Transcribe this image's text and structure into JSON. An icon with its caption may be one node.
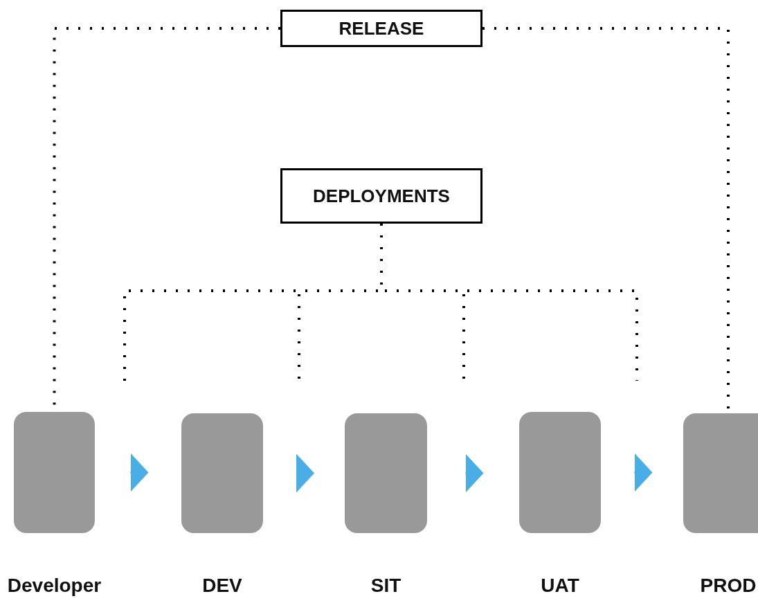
{
  "diagram": {
    "nodes": [
      {
        "text": [
          "RELEASE"
        ]
      },
      {
        "text": [
          "DEPLOYMENTS"
        ]
      },
      {
        "text": [
          "Developer"
        ]
      },
      {
        "text": [
          "DEV"
        ]
      },
      {
        "text": [
          "SIT"
        ]
      },
      {
        "text": [
          "UAT"
        ]
      },
      {
        "text": [
          "PROD"
        ]
      }
    ],
    "edges": [
      {
        "from": 0,
        "to": 2,
        "arrow": "none",
        "style": "dashed"
      },
      {
        "from": 0,
        "to": 6,
        "arrow": "none",
        "style": "dashed"
      },
      {
        "from": 1,
        "to": null,
        "arrow": "none",
        "style": "dashed"
      },
      {
        "from": 1,
        "to": null,
        "arrow": "none",
        "style": "dashed"
      },
      {
        "from": 1,
        "to": null,
        "arrow": "none",
        "style": "dashed"
      },
      {
        "from": 1,
        "to": null,
        "arrow": "none",
        "style": "dashed"
      },
      {
        "from": 2,
        "to": 3,
        "arrow": "to",
        "color": "#4aaee6"
      },
      {
        "from": 3,
        "to": 4,
        "arrow": "to",
        "color": "#4aaee6"
      },
      {
        "from": 4,
        "to": 5,
        "arrow": "to",
        "color": "#4aaee6"
      },
      {
        "from": 5,
        "to": 6,
        "arrow": "to",
        "color": "#4aaee6"
      }
    ]
  }
}
